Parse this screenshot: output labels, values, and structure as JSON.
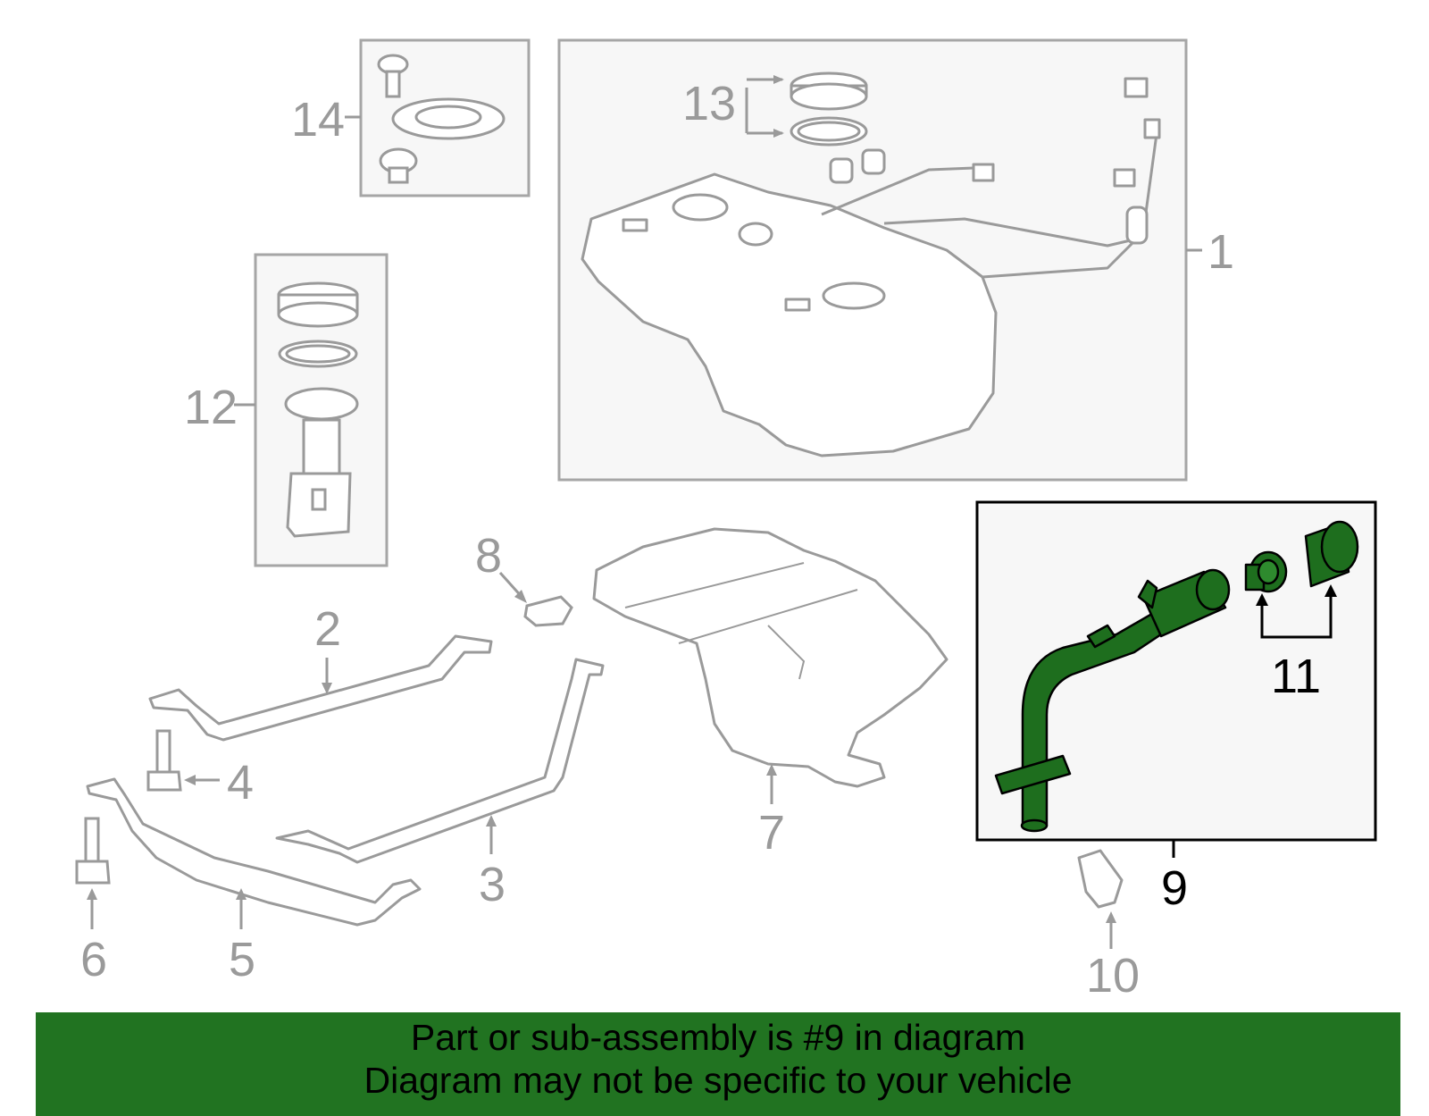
{
  "callouts": {
    "c1": "1",
    "c2": "2",
    "c3": "3",
    "c4": "4",
    "c5": "5",
    "c6": "6",
    "c7": "7",
    "c8": "8",
    "c9": "9",
    "c10": "10",
    "c11": "11",
    "c12": "12",
    "c13": "13",
    "c14": "14"
  },
  "highlighted_part": "9",
  "banner": {
    "line1": "Part or sub-assembly is #9 in diagram",
    "line2": "Diagram may not be specific to your vehicle"
  },
  "colors": {
    "line_gray": "#9a9a9a",
    "box_gray": "#a6a6a6",
    "box_fill": "#f7f7f7",
    "highlight_green": "#1e6e1e",
    "banner_green": "#217321",
    "highlight_box": "#000000"
  }
}
